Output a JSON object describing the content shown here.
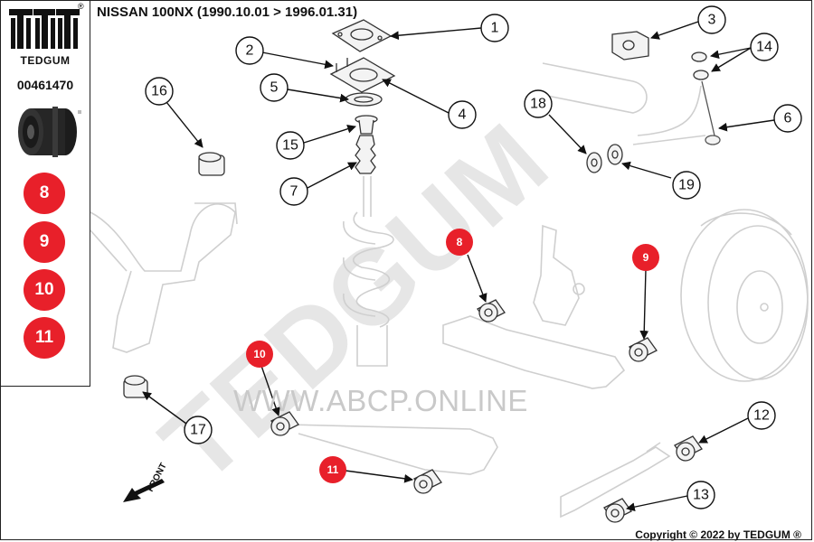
{
  "title": "NISSAN 100NX (1990.10.01 > 1996.01.31)",
  "brand": {
    "name": "TEDGUM",
    "registered_mark": "®"
  },
  "part_number": "00461470",
  "highlighted_positions": [
    "8",
    "9",
    "10",
    "11"
  ],
  "callouts": [
    "1",
    "2",
    "3",
    "4",
    "5",
    "6",
    "7",
    "8",
    "9",
    "10",
    "11",
    "12",
    "13",
    "14",
    "15",
    "16",
    "17",
    "18",
    "19"
  ],
  "watermark_text": "TEDGUM",
  "watermark_url": "WWW.ABCP.ONLINE",
  "front_label": "FRONT",
  "copyright": "Copyright © 2022 by TEDGUM ®",
  "colors": {
    "highlight": "#e8202a",
    "watermark": "#e6e6e6",
    "line_art": "#c8c8c8",
    "ink": "#111111"
  }
}
